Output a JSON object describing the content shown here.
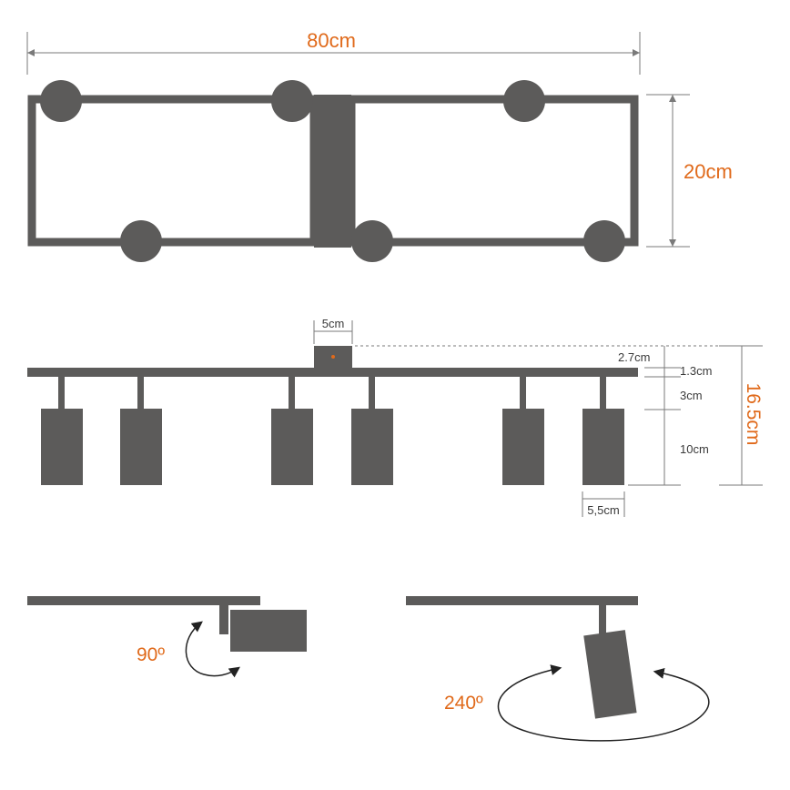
{
  "top_view": {
    "width_label": "80cm",
    "depth_label": "20cm"
  },
  "front_view": {
    "base_label": "5cm",
    "height_labels": [
      "2.7cm",
      "1.3cm",
      "3cm",
      "10cm"
    ],
    "total_height_label": "16.5cm",
    "diameter_label": "5,5cm"
  },
  "rotation": {
    "tilt_label": "90º",
    "swivel_label": "240º"
  },
  "colors": {
    "body": "#5c5b5a",
    "accent": "#e06a1b",
    "dimension_line": "#7a7a7a"
  }
}
